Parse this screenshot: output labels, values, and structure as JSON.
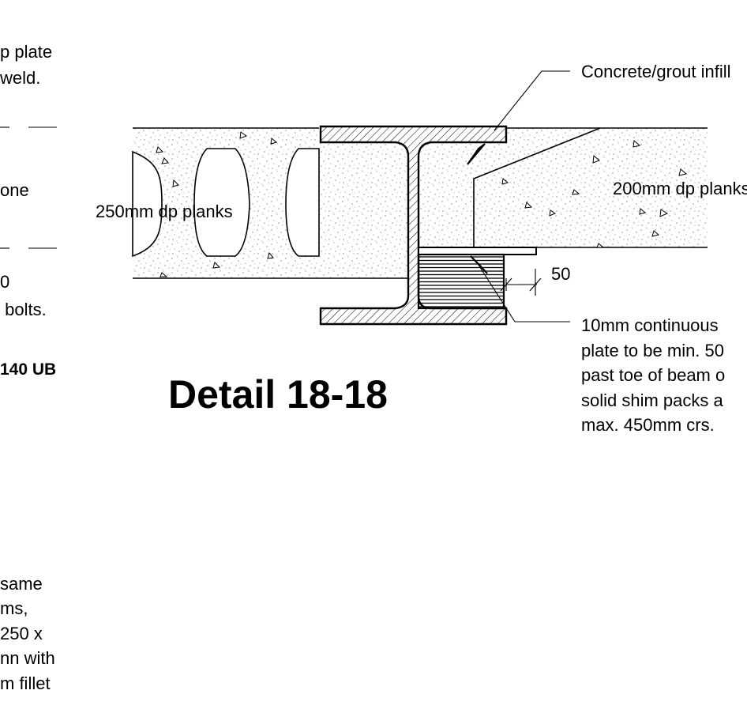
{
  "title": "Detail 18-18",
  "labels": {
    "planks_left": "250mm dp planks",
    "planks_right": "200mm dp planks",
    "infill": "Concrete/grout infill",
    "dimension_50": "50",
    "ub_size": "140 UB"
  },
  "right_note": [
    "10mm continuous",
    "plate to be min. 50",
    "past toe of beam o",
    "solid shim packs a",
    "max. 450mm crs."
  ],
  "left_notes_top": [
    "p plate",
    "weld."
  ],
  "left_note_one": "one",
  "left_notes_bolts": [
    "0",
    " bolts."
  ],
  "left_notes_bottom": [
    "same",
    "ms,",
    "250 x",
    "nn with",
    "m fillet"
  ]
}
